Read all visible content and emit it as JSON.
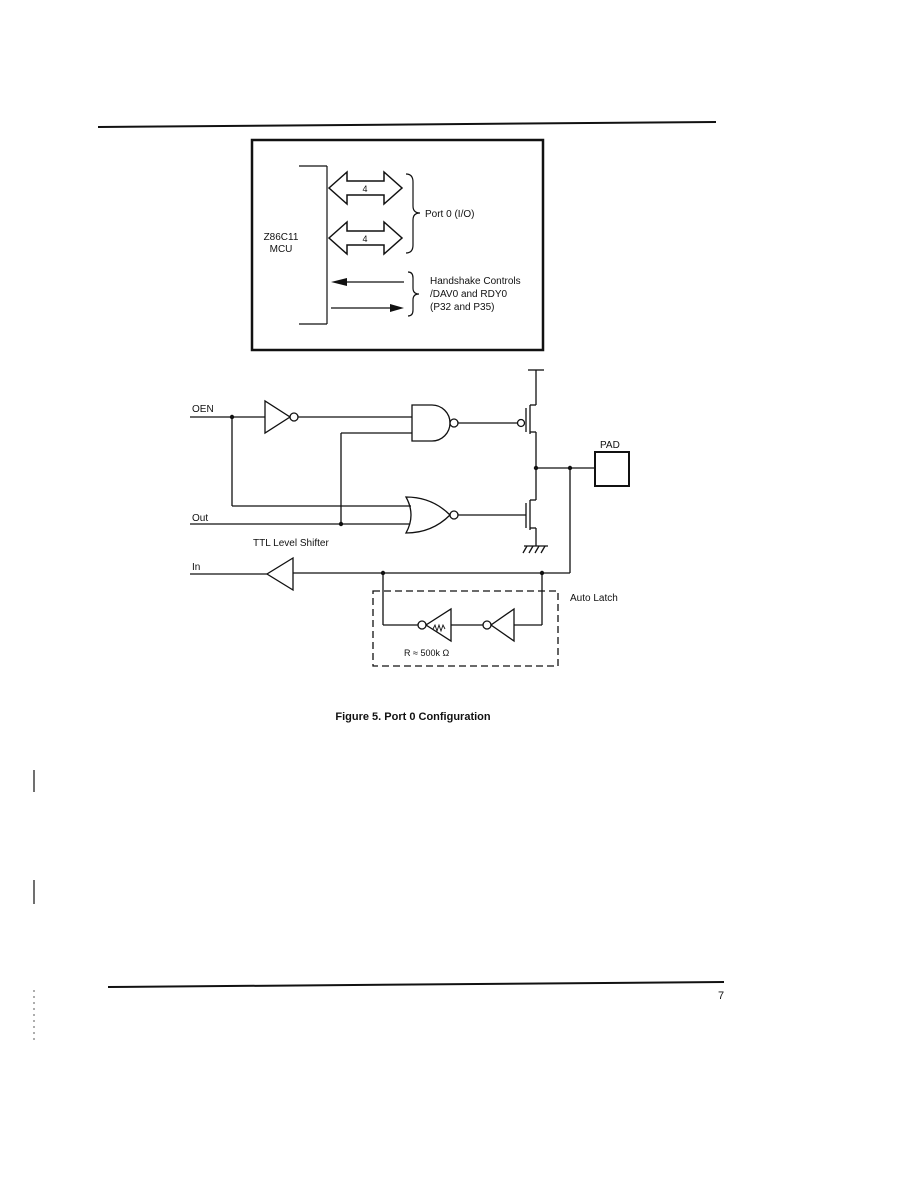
{
  "block_diagram": {
    "mcu_label_line1": "Z86C11",
    "mcu_label_line2": "MCU",
    "bus_width_1": "4",
    "bus_width_2": "4",
    "port_label": "Port 0 (I/O)",
    "handshake_line1": "Handshake Controls",
    "handshake_line2": "/DAV0 and  RDY0",
    "handshake_line3": "(P32 and P35)"
  },
  "schematic": {
    "oen_label": "OEN",
    "out_label": "Out",
    "in_label": "In",
    "pad_label": "PAD",
    "ttl_label": "TTL Level Shifter",
    "auto_latch_label": "Auto Latch",
    "resistor_label": "R ≈ 500k Ω"
  },
  "caption": "Figure 5.  Port 0 Configuration",
  "page_number": "7"
}
